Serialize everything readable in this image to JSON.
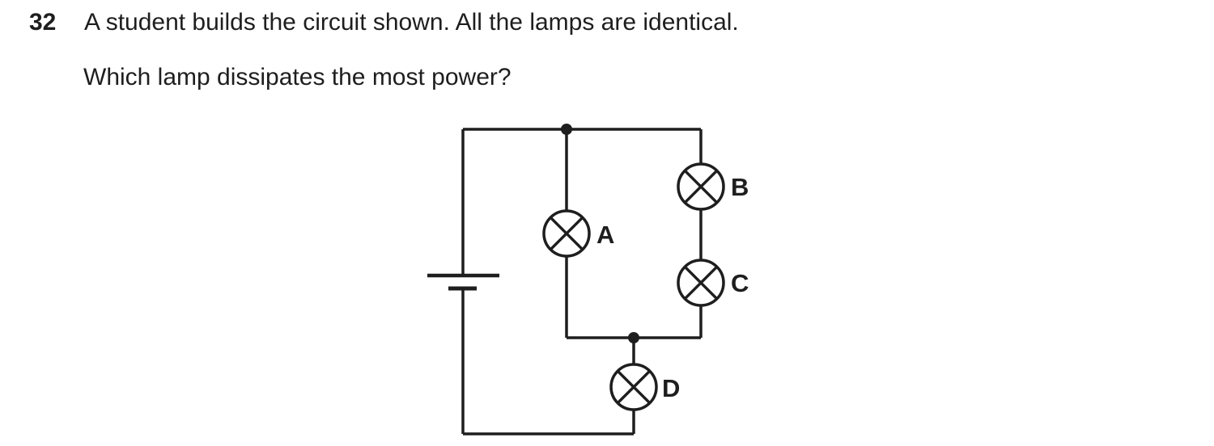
{
  "question": {
    "number": "32",
    "text": "A student builds the circuit shown. All the lamps are identical.",
    "prompt": "Which lamp dissipates the most power?"
  },
  "circuit": {
    "type": "circuit-diagram",
    "description": "A single cell battery drives lamp D in series with a parallel section: lamp A alone on the middle branch, lamps B and C in series on the right branch. Junction dots on the top rail and on the inner bottom rail.",
    "components": {
      "battery": "single cell (long and short plate symbol)",
      "junction_dots": 2
    },
    "lamps": [
      {
        "label": "A",
        "position": "middle parallel branch"
      },
      {
        "label": "B",
        "position": "right branch, in series with C"
      },
      {
        "label": "C",
        "position": "right branch, in series with B"
      },
      {
        "label": "D",
        "position": "in series with the parallel section"
      }
    ]
  },
  "colors": {
    "ink": "#1e1e1e",
    "background": "#ffffff"
  }
}
